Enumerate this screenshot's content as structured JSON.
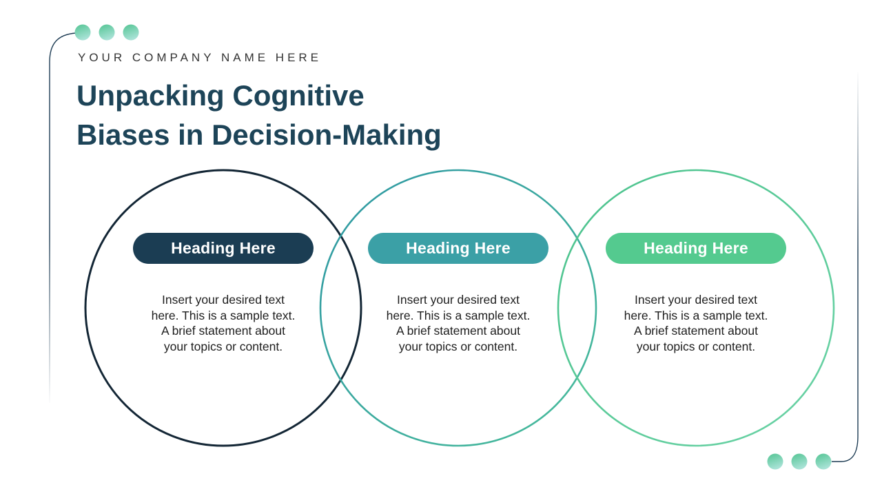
{
  "brand": {
    "company_name": "YOUR COMPANY NAME HERE"
  },
  "title": {
    "lines": [
      "Unpacking Cognitive",
      "Biases in Decision-Making"
    ]
  },
  "cards": [
    {
      "heading": "Heading Here",
      "pill_color": "#1B3D53",
      "body_lines": [
        "Insert your desired text",
        "here. This is a sample text.",
        "A brief statement about",
        "your topics or content."
      ]
    },
    {
      "heading": "Heading Here",
      "pill_color": "#3BA0A6",
      "body_lines": [
        "Insert your desired text",
        "here. This is a sample text.",
        "A brief statement about",
        "your topics or content."
      ]
    },
    {
      "heading": "Heading Here",
      "pill_color": "#54CA8F",
      "body_lines": [
        "Insert your desired text",
        "here. This is a sample text.",
        "A brief statement about",
        "your topics or content."
      ]
    }
  ],
  "colors": {
    "title_text": "#1D4458",
    "company_text": "#333333",
    "body_text": "#1E1E1E",
    "heading_text": "#FFFFFF",
    "connector_line": "#1B3A52",
    "circle1_stroke": "#132635",
    "circle2_from": "#2E97A3",
    "circle2_to": "#49BD9B",
    "circle3_from": "#4AC28C",
    "circle3_to": "#6BD3A6",
    "dot_from": "#53C493",
    "dot_to": "#A8E2D6"
  }
}
